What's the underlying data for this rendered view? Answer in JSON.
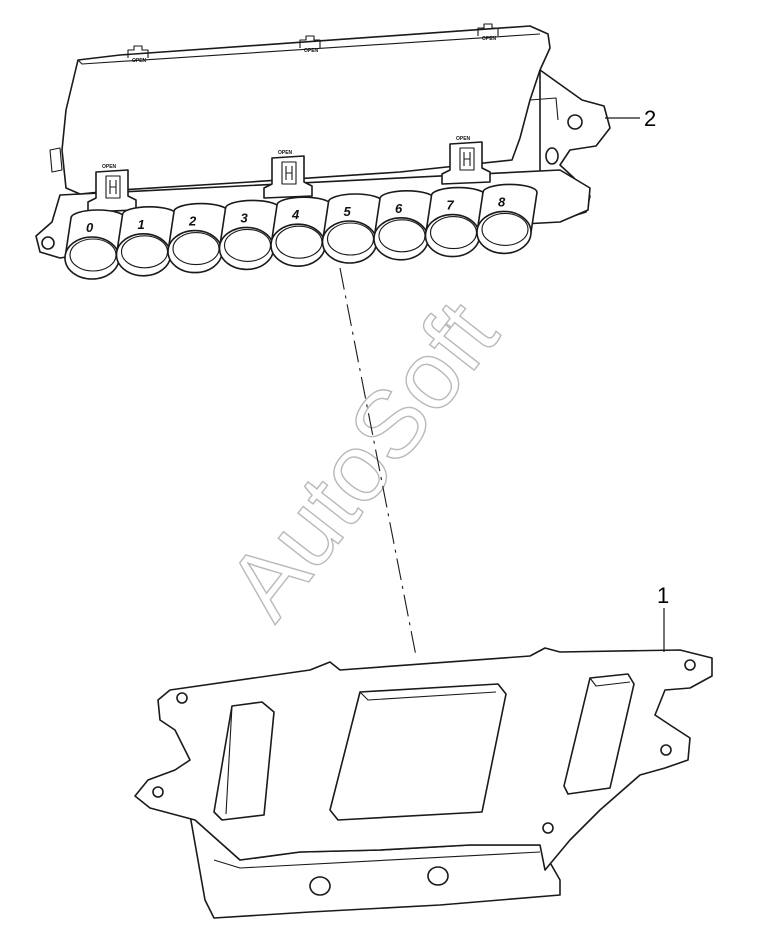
{
  "callouts": [
    {
      "id": "1",
      "label": "1"
    },
    {
      "id": "2",
      "label": "2"
    }
  ],
  "ports": [
    "0",
    "1",
    "2",
    "3",
    "4",
    "5",
    "6",
    "7",
    "8"
  ],
  "clip_label": "OPEN",
  "watermark": "AutoSoft"
}
